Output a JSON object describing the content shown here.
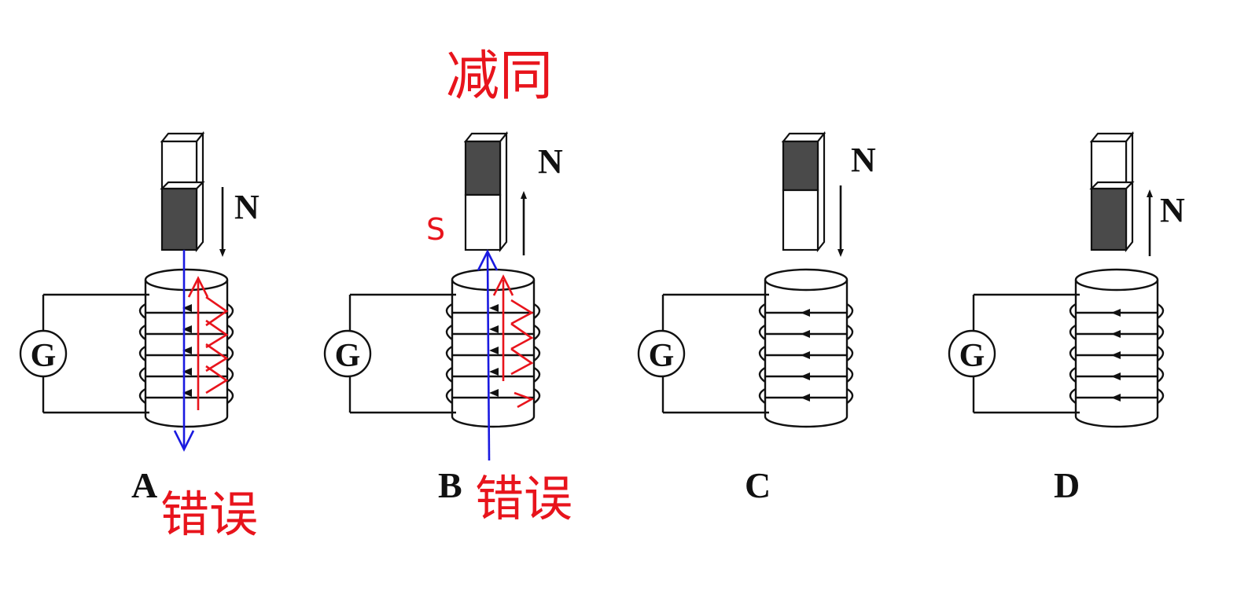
{
  "diagram": {
    "options": [
      {
        "letter": "A",
        "galvanometer": "G",
        "pole": "N",
        "magnet_motion": "down",
        "dark_half": "bottom",
        "annotation_bottom": "错误",
        "annotation_side": "",
        "annotation_top": ""
      },
      {
        "letter": "B",
        "galvanometer": "G",
        "pole": "N",
        "magnet_motion": "up",
        "dark_half": "top",
        "annotation_bottom": "错误",
        "annotation_side": "S",
        "annotation_top": "减同"
      },
      {
        "letter": "C",
        "galvanometer": "G",
        "pole": "N",
        "magnet_motion": "down",
        "dark_half": "top",
        "annotation_bottom": "",
        "annotation_side": "",
        "annotation_top": ""
      },
      {
        "letter": "D",
        "galvanometer": "G",
        "pole": "N",
        "magnet_motion": "up",
        "dark_half": "bottom",
        "annotation_bottom": "",
        "annotation_side": "",
        "annotation_top": ""
      }
    ],
    "colors": {
      "ink": "#111111",
      "magnet_dark": "#4a4a4a",
      "annotation_red": "#e8141c",
      "annotation_blue": "#1a1ae0"
    }
  }
}
